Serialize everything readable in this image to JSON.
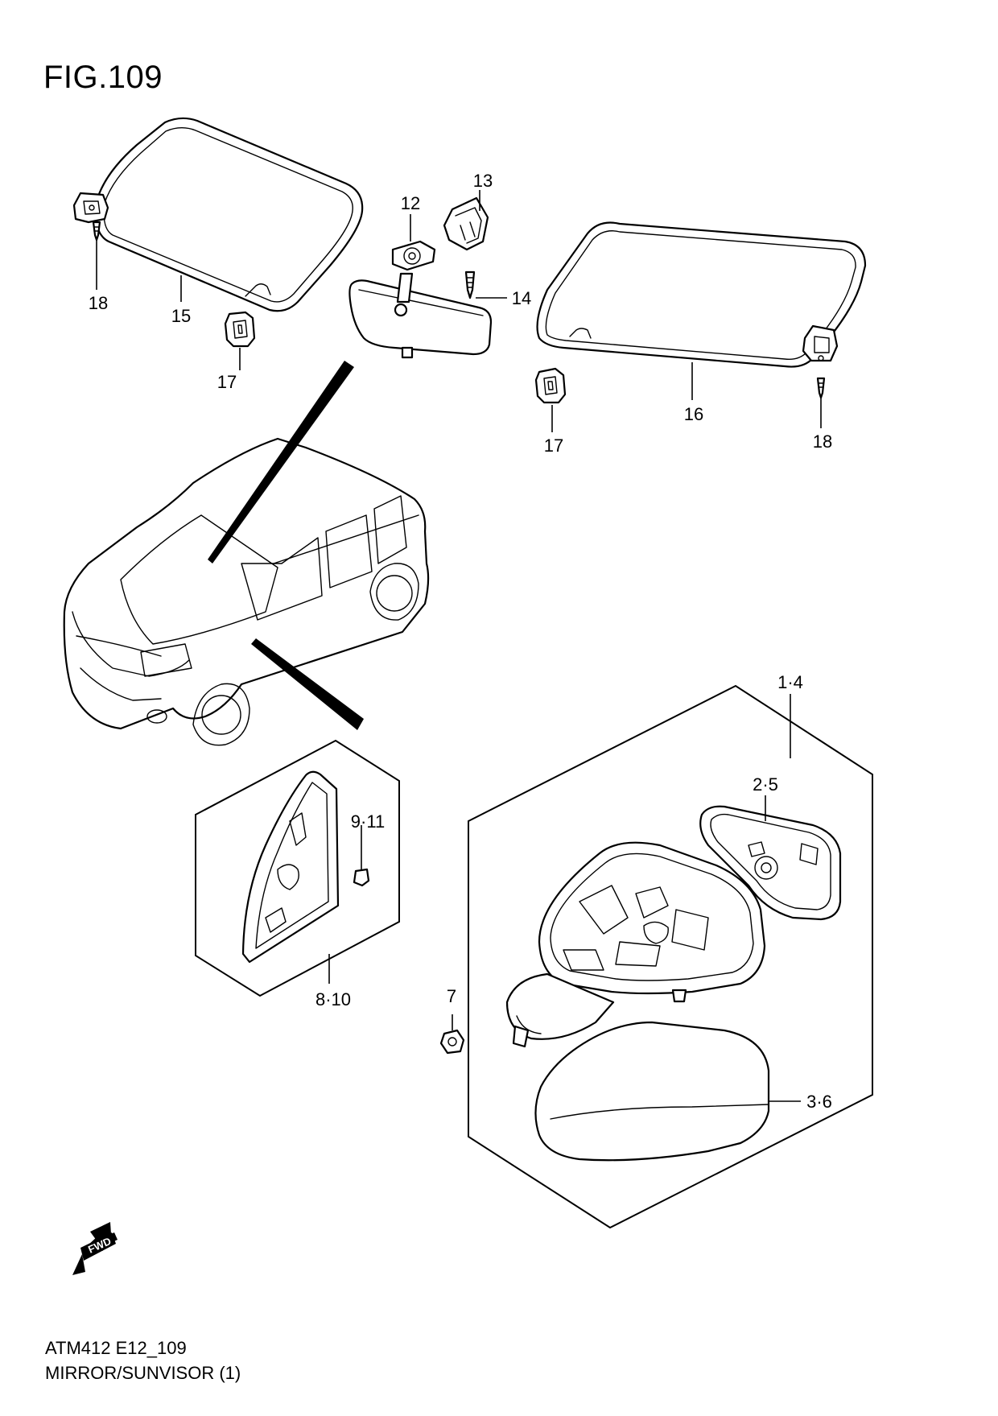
{
  "figure": {
    "title": "FIG.109"
  },
  "callouts": {
    "c18_left": "18",
    "c15": "15",
    "c17_left": "17",
    "c12": "12",
    "c13": "13",
    "c14": "14",
    "c16": "16",
    "c17_right": "17",
    "c18_right": "18",
    "c1_4": "1·4",
    "c2_5": "2·5",
    "c3_6": "3·6",
    "c7": "7",
    "c8_10": "8·10",
    "c9_11": "9·11"
  },
  "fwd_label": "FWD",
  "footer": {
    "code": "ATM412 E12_109",
    "name": "MIRROR/SUNVISOR (1)"
  }
}
